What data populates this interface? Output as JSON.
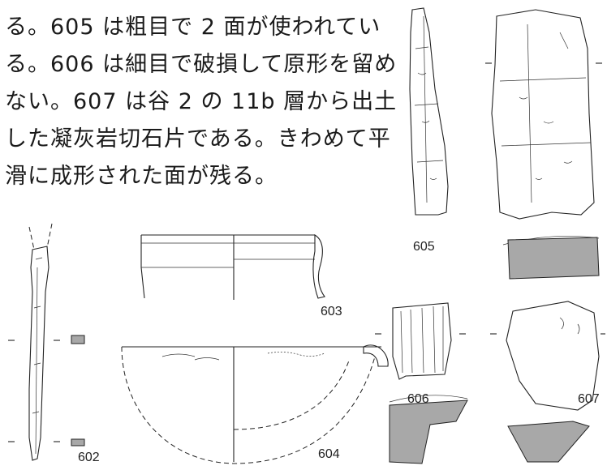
{
  "text": {
    "lines": [
      "る。605 は粗目で 2 面が使われてい",
      "る。606 は細目で破損して原形を留め",
      "ない。607 は谷 2 の 11b 層から出土",
      "した凝灰岩切石片である。きわめて平",
      "滑に成形された面が残る。"
    ]
  },
  "figures": {
    "labels": {
      "f602": "602",
      "f603": "603",
      "f604": "604",
      "f605": "605",
      "f606": "606",
      "f607": "607"
    }
  }
}
